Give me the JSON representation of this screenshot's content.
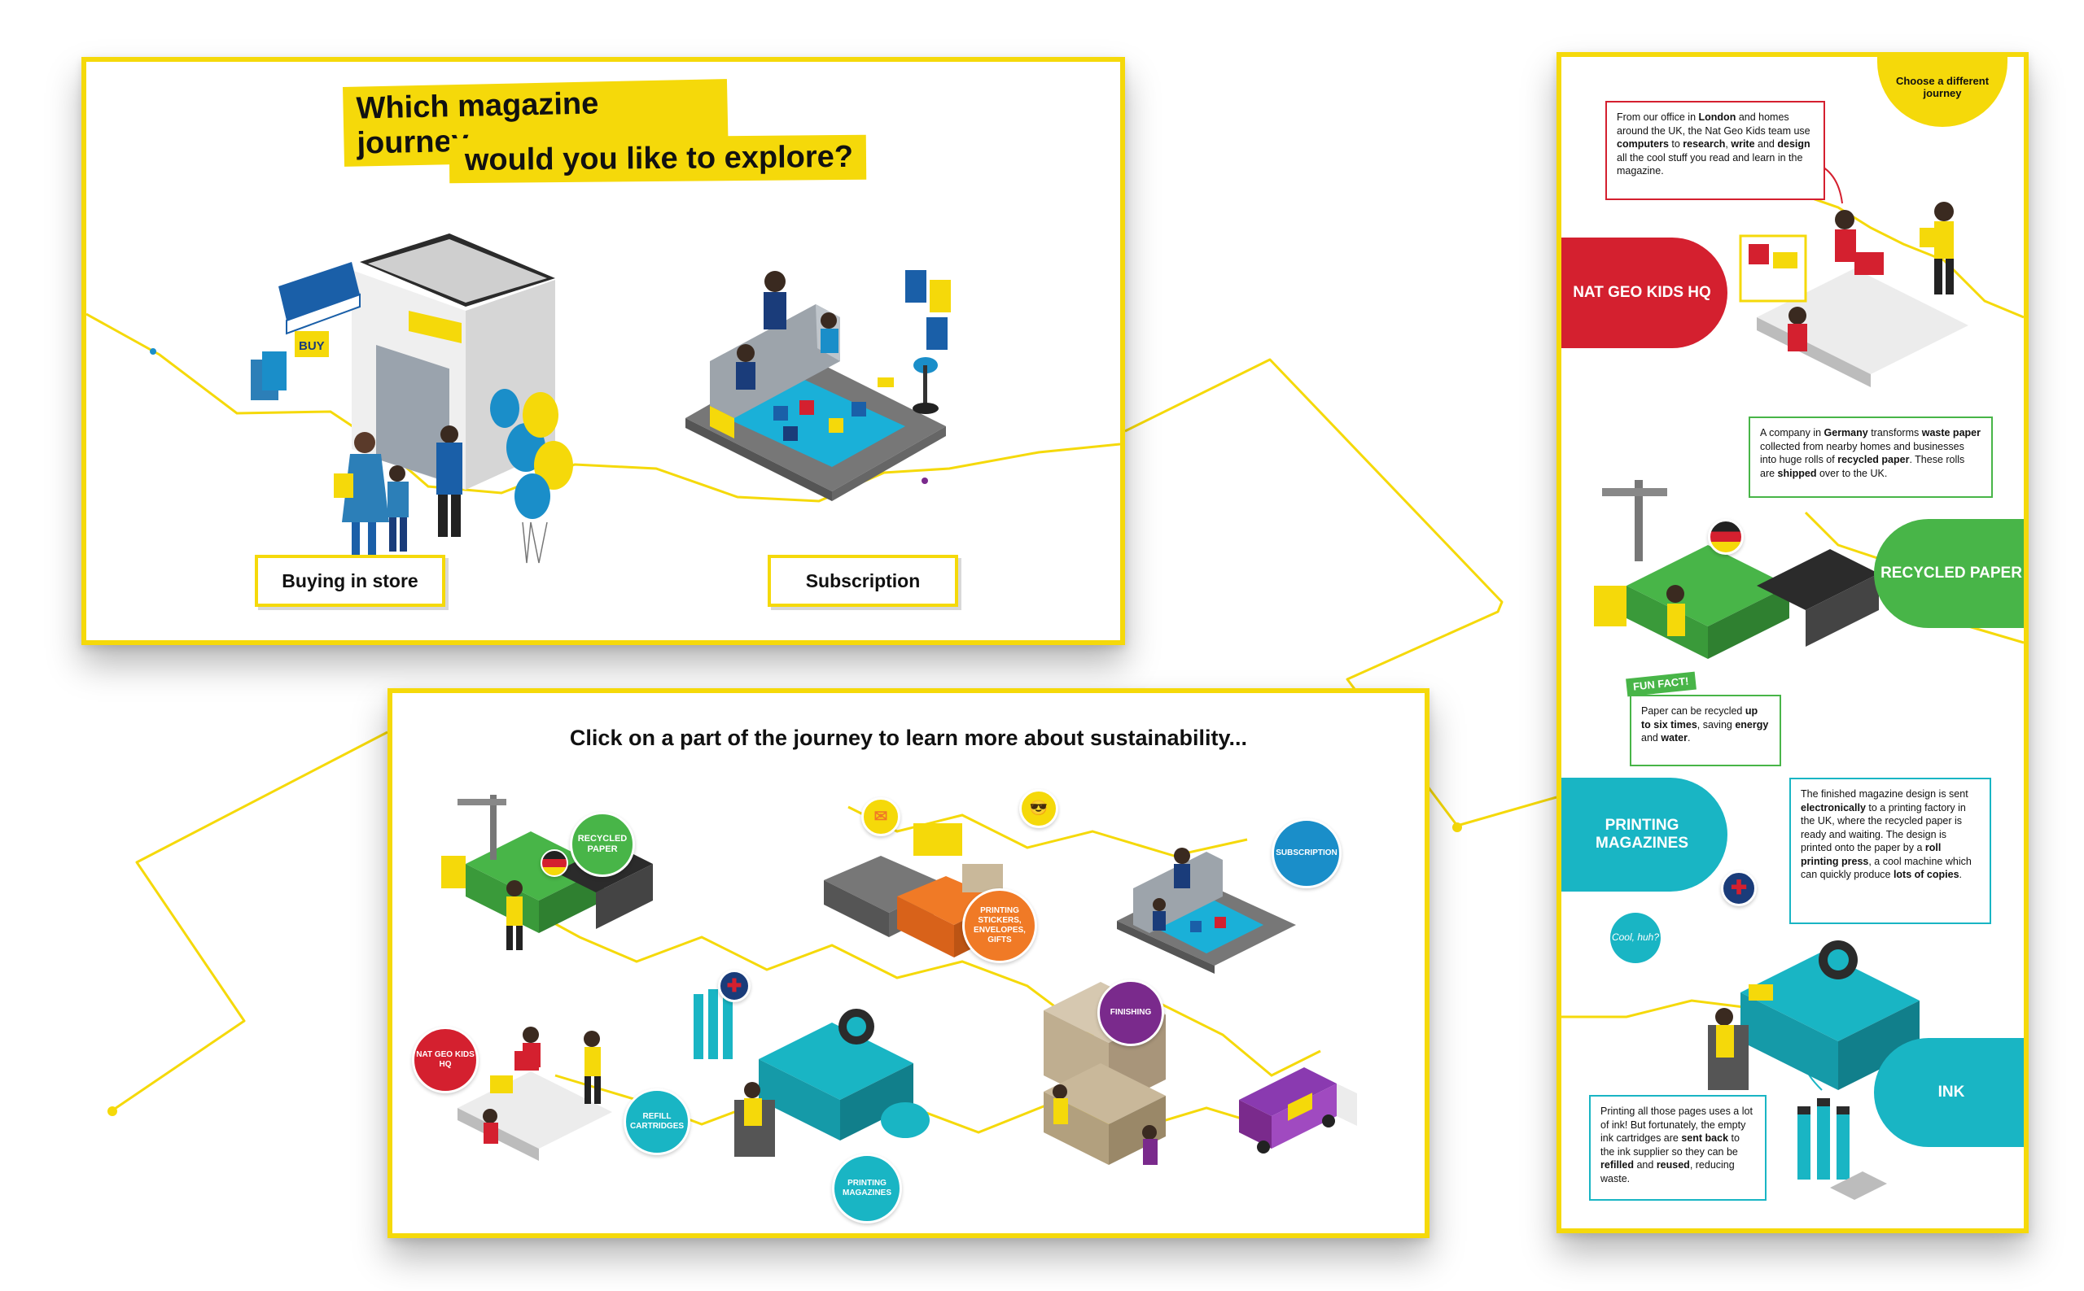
{
  "colors": {
    "yellow": "#f5d90a",
    "red": "#d4202f",
    "green": "#48b548",
    "teal": "#19b5c4",
    "blue": "#1a8ec9",
    "orange": "#f07a26",
    "purple": "#7a2a8c"
  },
  "panel1": {
    "title_line1": "Which magazine journey",
    "title_line2": "would you like to explore?",
    "buttons": {
      "store": "Buying in store",
      "subscription": "Subscription"
    },
    "store_sign": "BUY"
  },
  "panel2": {
    "heading": "Click on a part of the journey to learn more about sustainability...",
    "bubbles": {
      "recycled": "RECYCLED PAPER",
      "printing_stickers": "PRINTING STICKERS, ENVELOPES, GIFTS",
      "subscription": "SUBSCRIPTION",
      "natgeo": "NAT GEO KIDS HQ",
      "refill": "REFILL CARTRIDGES",
      "printing_mag": "PRINTING MAGAZINES",
      "finishing": "FINISHING"
    }
  },
  "panel3": {
    "choose": "Choose a different journey",
    "tabs": {
      "natgeo": "NAT GEO KIDS HQ",
      "recycled": "RECYCLED PAPER",
      "printing": "PRINTING MAGAZINES",
      "ink": "INK"
    },
    "fun_fact": "FUN FACT!",
    "cool": "Cool, huh?"
  }
}
